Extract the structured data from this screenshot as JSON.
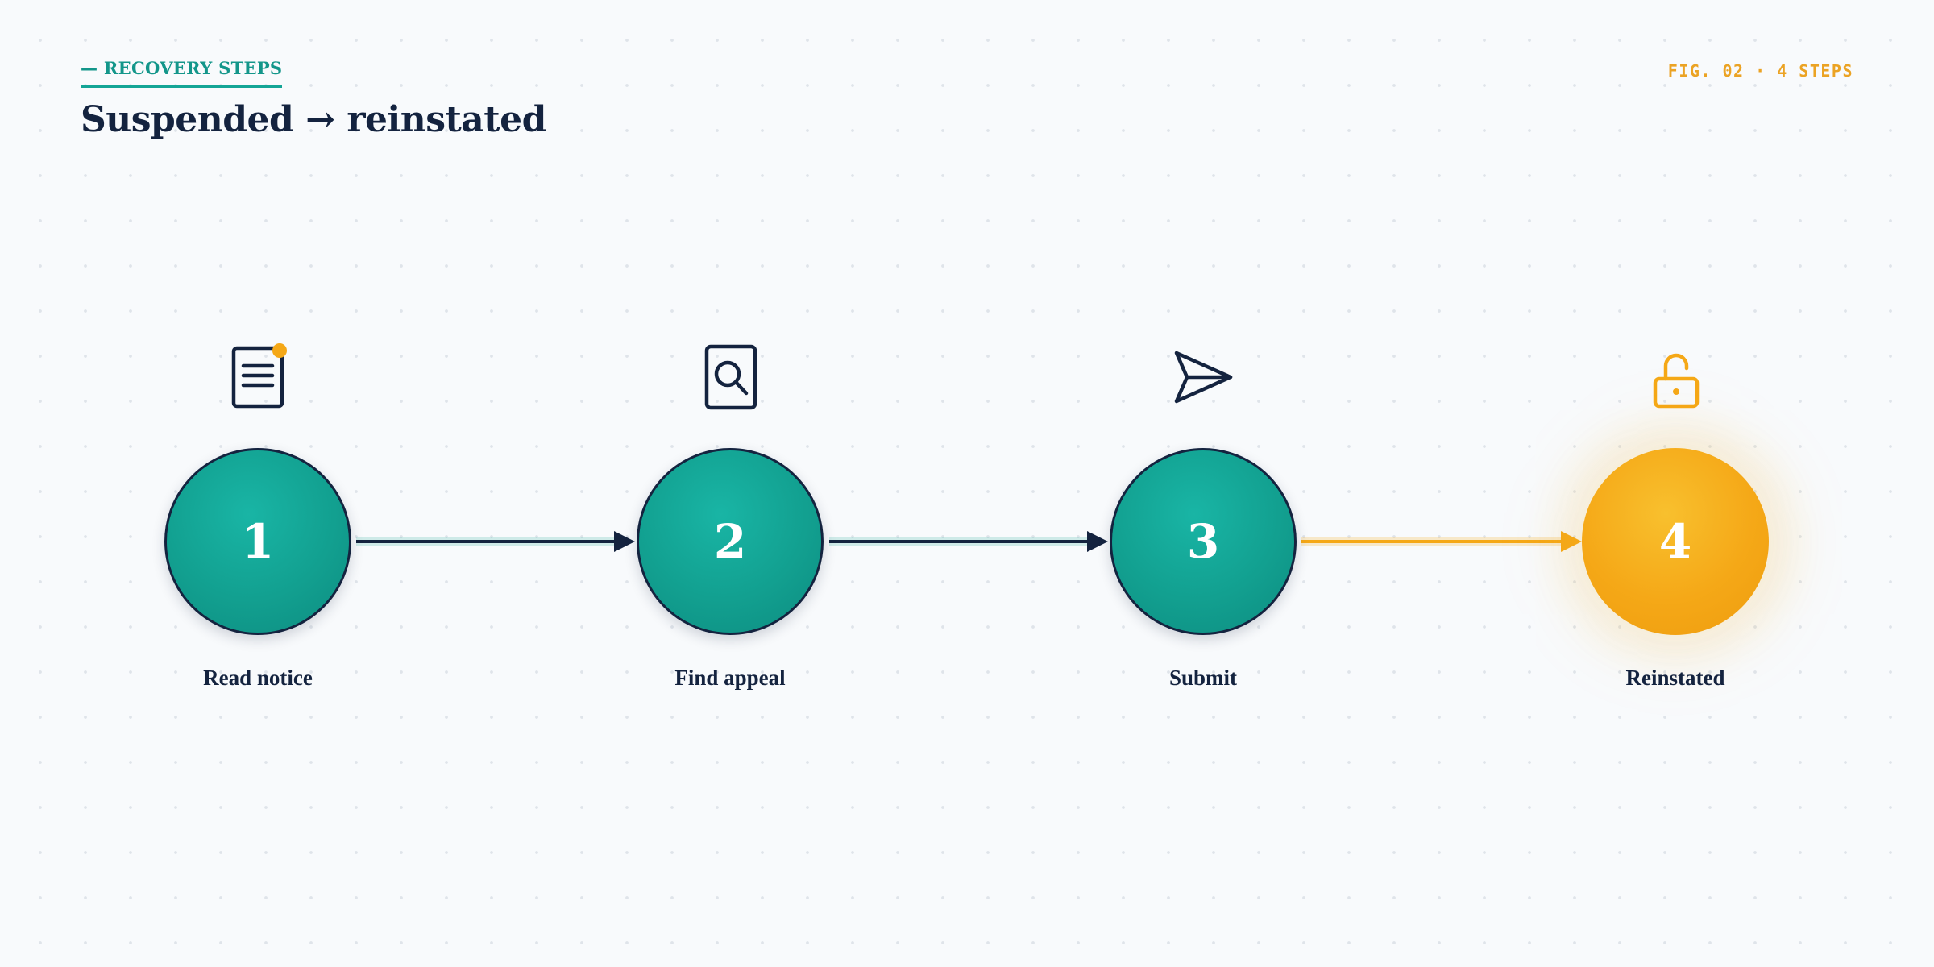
{
  "header": {
    "eyebrow": "— RECOVERY STEPS",
    "title": "Suspended → reinstated",
    "figure_label": "FIG. 02 · 4 STEPS"
  },
  "colors": {
    "teal": "#12a090",
    "navy": "#14233f",
    "amber": "#f5a817",
    "background": "#f8fafc"
  },
  "steps": [
    {
      "number": "1",
      "label": "Read notice",
      "icon": "document-icon",
      "state": "done"
    },
    {
      "number": "2",
      "label": "Find appeal",
      "icon": "search-document-icon",
      "state": "done"
    },
    {
      "number": "3",
      "label": "Submit",
      "icon": "send-icon",
      "state": "done"
    },
    {
      "number": "4",
      "label": "Reinstated",
      "icon": "unlock-icon",
      "state": "final"
    }
  ]
}
